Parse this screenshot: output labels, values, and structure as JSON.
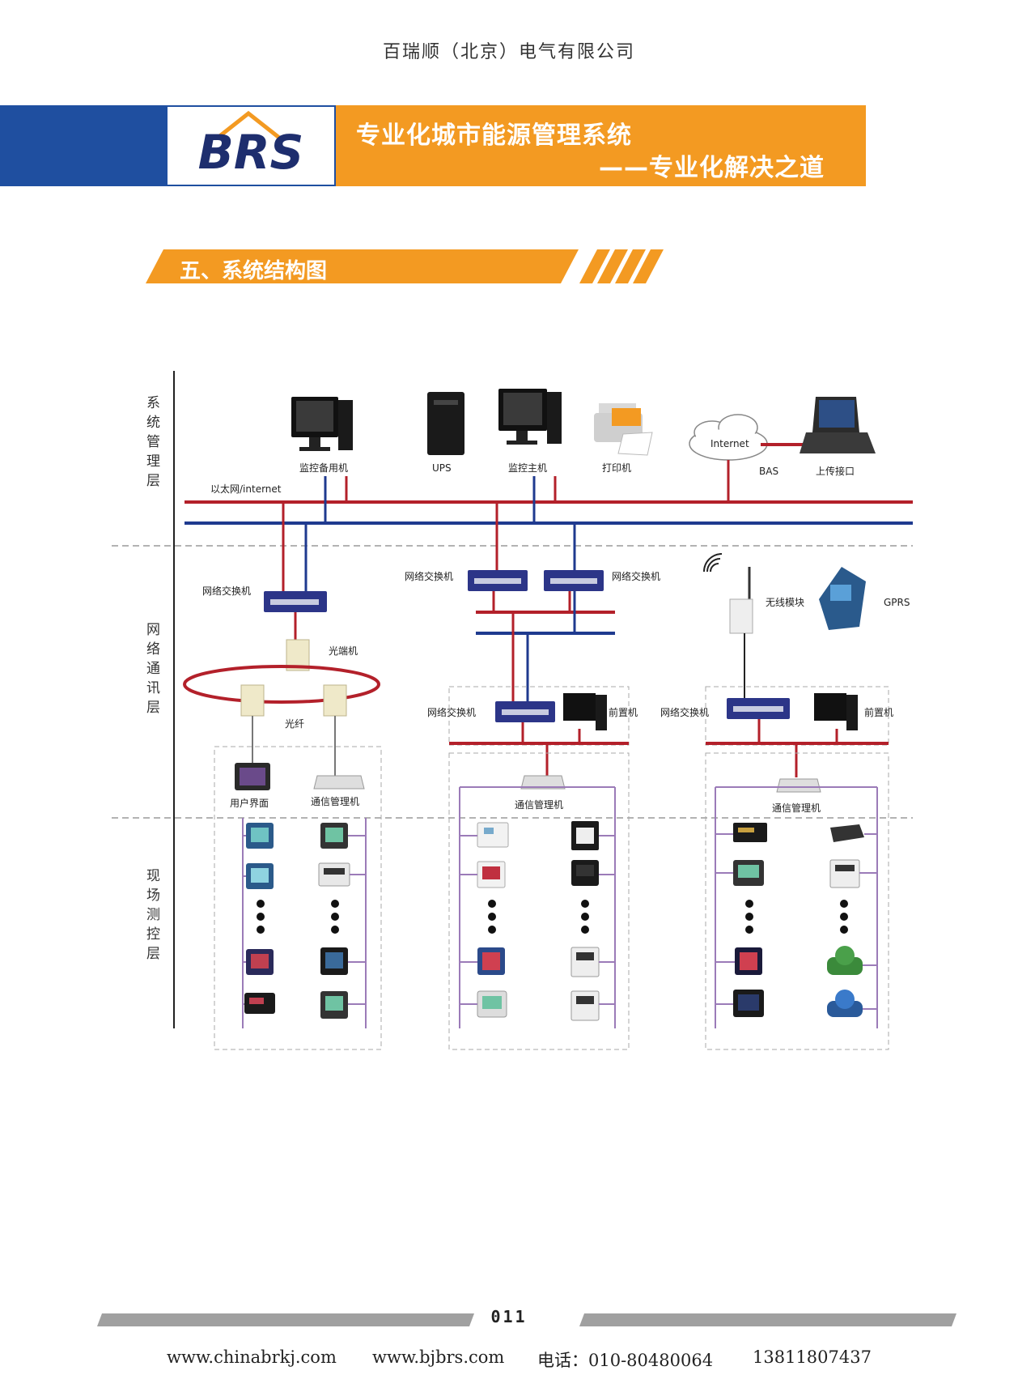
{
  "company": "百瑞顺（北京）电气有限公司",
  "banner": {
    "logo_text": "BRS",
    "title": "专业化城市能源管理系统",
    "subtitle": "——专业化解决之道",
    "colors": {
      "blue": "#1f4fa0",
      "orange": "#f39a22"
    }
  },
  "section": {
    "title": "五、系统结构图"
  },
  "layers": {
    "system": "系统管理层",
    "network": "网络通讯层",
    "field": "现场测控层"
  },
  "diagram": {
    "ethernet": "以太网/internet",
    "devices": {
      "backup_monitor": "监控备用机",
      "ups": "UPS",
      "main_monitor": "监控主机",
      "printer": "打印机",
      "internet": "Internet",
      "bas": "BAS",
      "upload": "上传接口",
      "switch1": "网络交换机",
      "switch2": "网络交换机",
      "switch3": "网络交换机",
      "wireless": "无线模块",
      "gprs": "GPRS",
      "optical_terminal": "光端机",
      "fiber": "光纤",
      "switch4": "网络交换机",
      "front1": "前置机",
      "switch5": "网络交换机",
      "front2": "前置机",
      "user_ui": "用户界面",
      "comm_mgr1": "通信管理机",
      "comm_mgr2": "通信管理机",
      "comm_mgr3": "通信管理机"
    },
    "colors": {
      "red": "#b3202a",
      "blue": "#1f3a8f",
      "purple": "#9b7bb8",
      "dashed": "#9a9a9a"
    }
  },
  "page_number": "011",
  "footer": {
    "site1": "www.chinabrkj.com",
    "site2": "www.bjbrs.com",
    "phone_label": "电话：010-80480064",
    "mobile": "13811807437"
  }
}
